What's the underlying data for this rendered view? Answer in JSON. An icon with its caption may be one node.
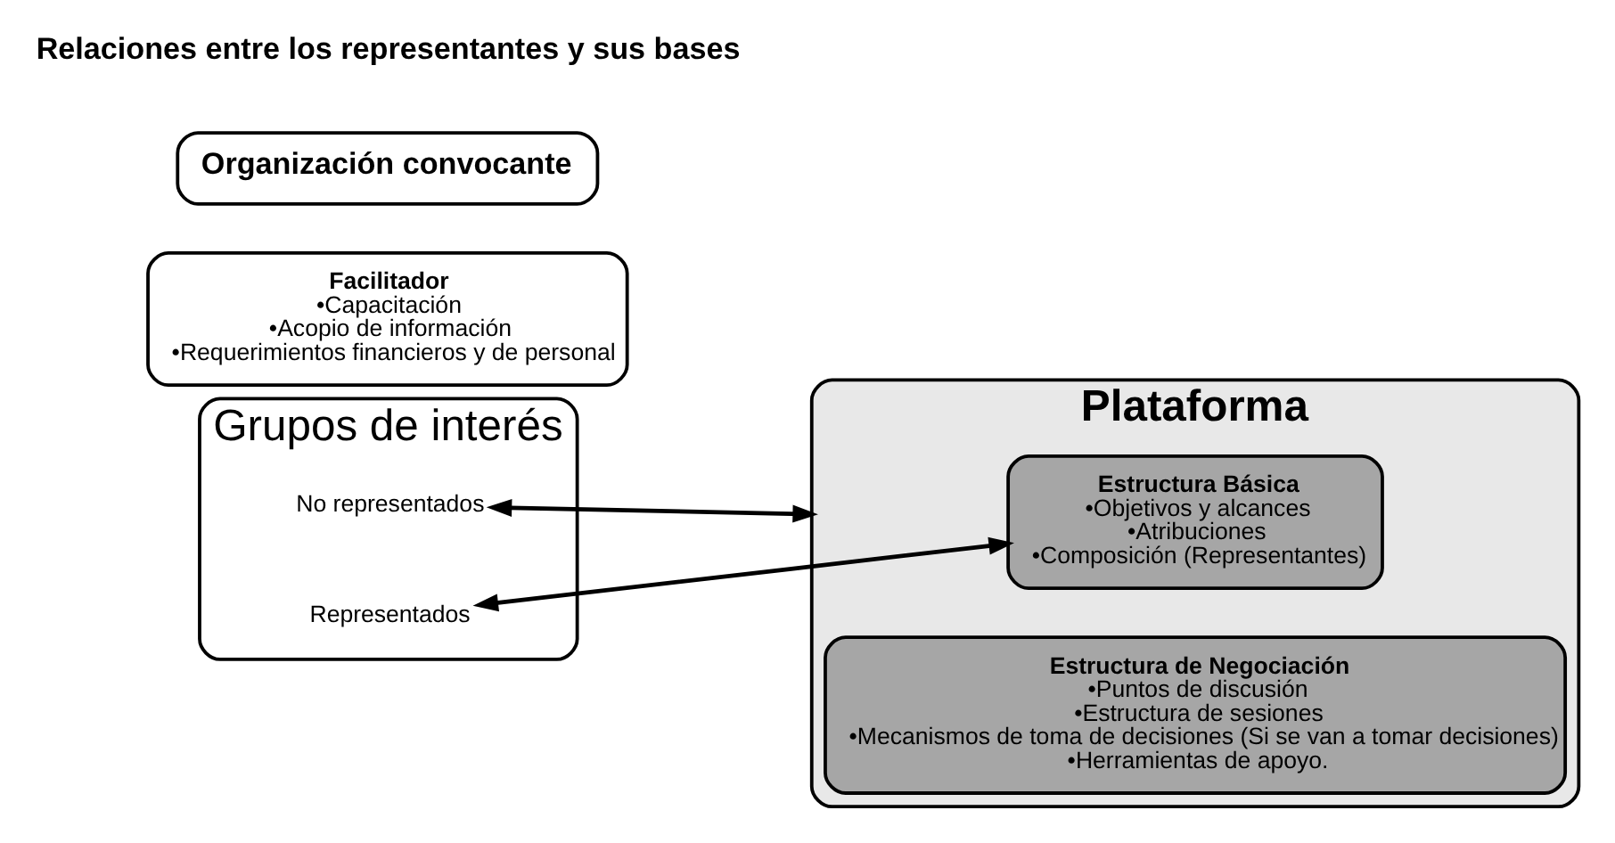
{
  "diagram": {
    "nodes": [
      {
        "text": [
          "Grupos de interés"
        ]
      },
      {
        "text": [
          "No representados"
        ],
        "in": 0
      },
      {
        "text": [
          "Representados"
        ],
        "in": 0
      },
      {
        "text": [
          "Plataforma"
        ]
      },
      {
        "text": [
          "Estructura Básica",
          "•Objetivos y alcances",
          "•Atribuciones",
          "•Composición (Representantes)"
        ],
        "in": 3
      },
      {
        "text": [
          "Estructura de Negociación",
          "•Puntos de discusión",
          "•Estructura de sesiones",
          "•Mecanismos de toma de decisiones (Si se van a tomar decisiones)",
          "•Herramientas de apoyo."
        ],
        "in": 3
      },
      {
        "text": [
          "Facilitador",
          "•Capacitación",
          "•Acopio de información",
          "•Requerimientos financieros y de personal"
        ]
      },
      {
        "text": [
          "Organización convocante"
        ]
      }
    ],
    "edges": [
      {
        "from": 1,
        "to": 3,
        "arrow": "both"
      },
      {
        "from": 2,
        "to": 4,
        "arrow": "both"
      }
    ],
    "labels": [
      "Relaciones entre los representantes y sus bases"
    ]
  }
}
